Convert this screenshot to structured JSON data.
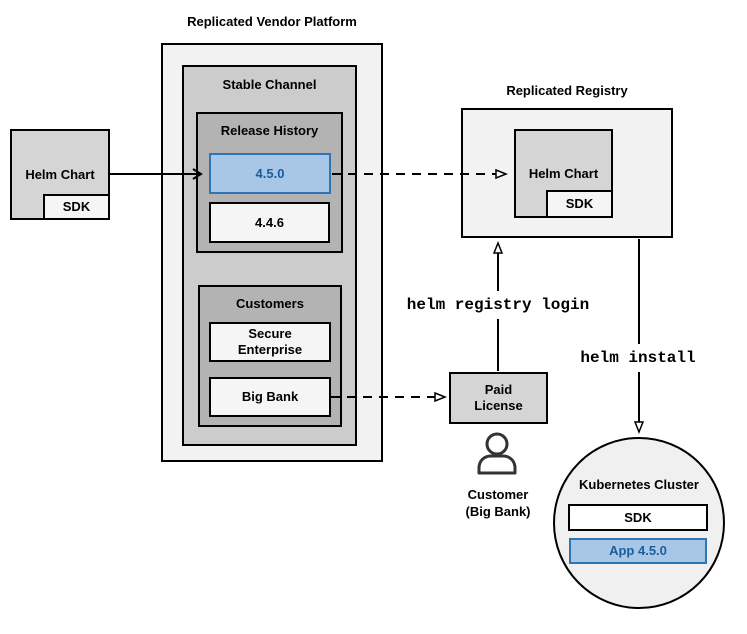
{
  "colors": {
    "highlight-fill": "#a8c7e7",
    "highlight-border": "#2e75b6",
    "highlight-text": "#1c5d99",
    "box-light": "#f2f2f2",
    "box-mid": "#cccccc",
    "box-dark": "#b3b3b3",
    "box-gray": "#d5d5d5",
    "line": "#000000"
  },
  "platform": {
    "title": "Replicated Vendor Platform",
    "stable_channel": {
      "label": "Stable Channel",
      "release_history": {
        "label": "Release History",
        "releases": [
          {
            "version": "4.5.0",
            "highlighted": true
          },
          {
            "version": "4.4.6",
            "highlighted": false
          }
        ]
      },
      "customers": {
        "label": "Customers",
        "items": [
          {
            "name": "Secure\nEnterprise"
          },
          {
            "name": "Big Bank"
          }
        ]
      }
    }
  },
  "source": {
    "helm_chart": "Helm Chart",
    "sdk": "SDK"
  },
  "registry": {
    "title": "Replicated Registry",
    "helm_chart": "Helm Chart",
    "sdk": "SDK"
  },
  "license": {
    "label": "Paid\nLicense"
  },
  "customer": {
    "label": "Customer\n(Big Bank)",
    "icon": "person-icon"
  },
  "commands": {
    "registry_login": "helm registry login",
    "install": "helm install"
  },
  "cluster": {
    "title": "Kubernetes Cluster",
    "sdk": "SDK",
    "app": "App 4.5.0"
  }
}
